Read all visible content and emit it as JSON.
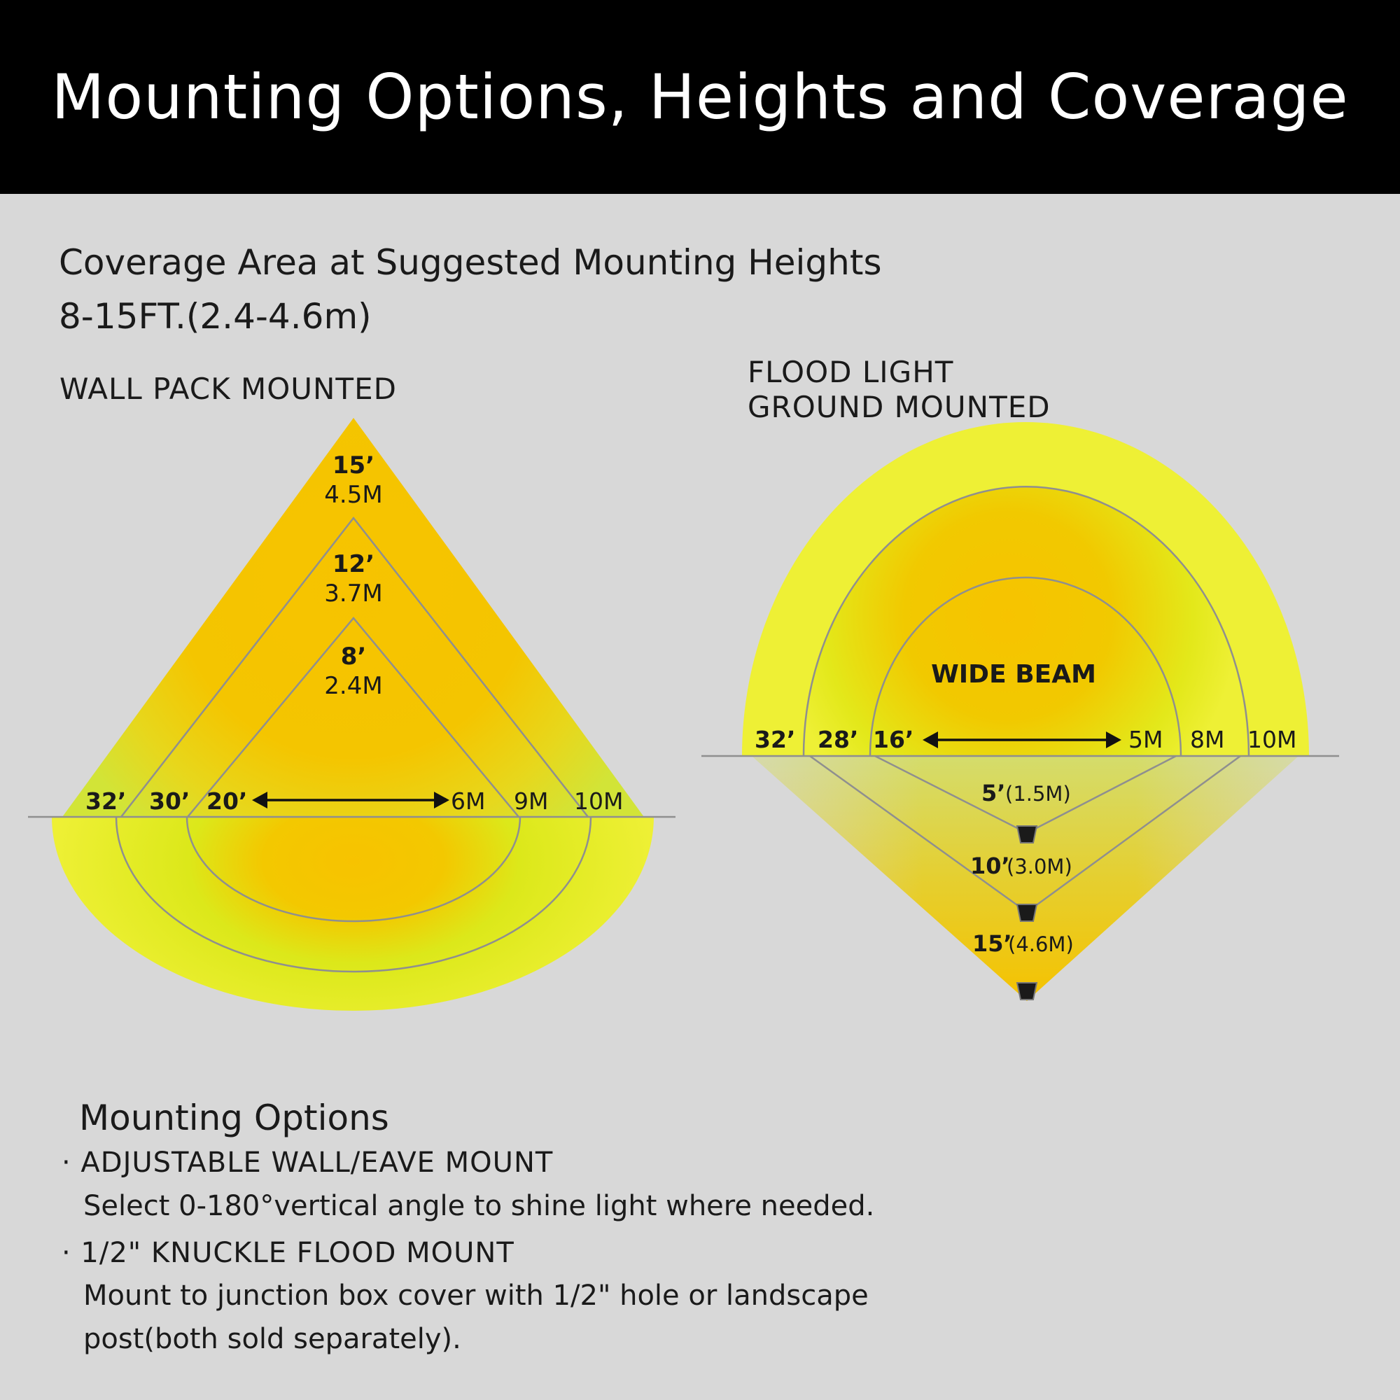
{
  "header": {
    "title": "Mounting Options, Heights and Coverage"
  },
  "coverage": {
    "subtitle": "Coverage Area at Suggested Mounting Heights",
    "range": "8-15FT.(2.4-4.6m)"
  },
  "wall_pack": {
    "label": "WALL PACK MOUNTED",
    "heights": [
      {
        "feet": "15’",
        "meters": "4.5M"
      },
      {
        "feet": "12’",
        "meters": "3.7M"
      },
      {
        "feet": "8’",
        "meters": "2.4M"
      }
    ],
    "widths_feet": [
      "32’",
      "30’",
      "20’"
    ],
    "widths_meters": [
      "6M",
      "9M",
      "10M"
    ]
  },
  "flood_light": {
    "label_line1": "FLOOD LIGHT",
    "label_line2": "GROUND MOUNTED",
    "beam_label": "WIDE BEAM",
    "widths_feet": [
      "32’",
      "28’",
      "16’"
    ],
    "widths_meters": [
      "5M",
      "8M",
      "10M"
    ],
    "distances": [
      {
        "feet": "5’",
        "meters": "(1.5M)"
      },
      {
        "feet": "10’",
        "meters": "(3.0M)"
      },
      {
        "feet": "15’",
        "meters": "(4.6M)"
      }
    ]
  },
  "mounting_options": {
    "heading": "Mounting Options",
    "items": [
      {
        "title": "· ADJUSTABLE WALL/EAVE MOUNT",
        "desc_lines": [
          "Select 0-180°vertical angle to shine light where needed."
        ]
      },
      {
        "title": "· 1/2\" KNUCKLE FLOOD MOUNT",
        "desc_lines": [
          "Mount to junction box cover with 1/2\" hole or landscape",
          "post(both sold separately)."
        ]
      }
    ]
  },
  "colors": {
    "header_bg": "#000000",
    "page_bg": "#d8d8d8",
    "yellow": "#eef035",
    "orange": "#f7c300"
  }
}
